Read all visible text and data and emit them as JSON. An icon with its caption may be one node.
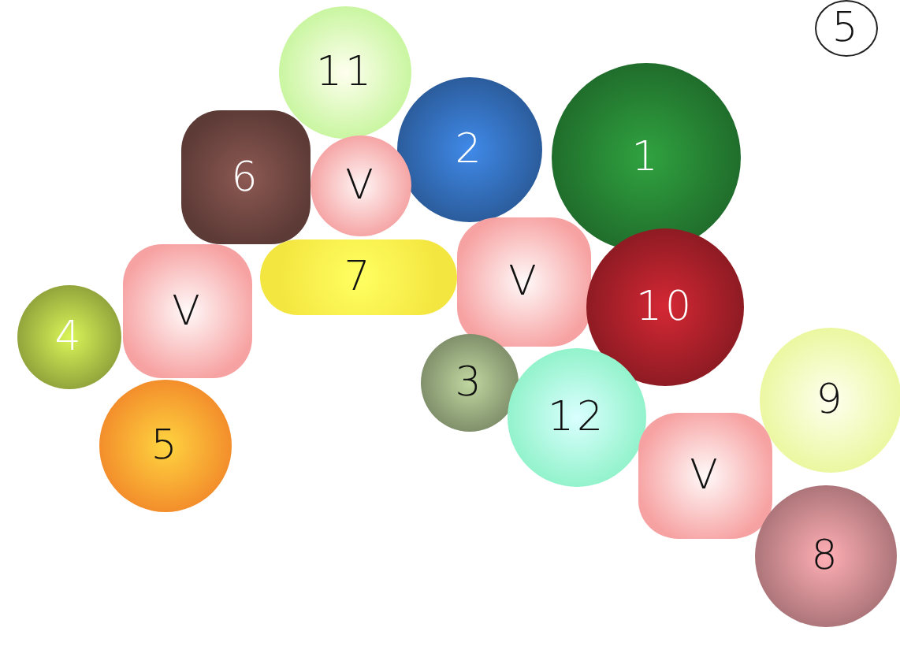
{
  "diagram": {
    "nodes": [
      {
        "text": [
          "5"
        ]
      },
      {
        "text": [
          "11"
        ]
      },
      {
        "text": [
          "2"
        ]
      },
      {
        "text": [
          "1"
        ]
      },
      {
        "text": [
          "6"
        ]
      },
      {
        "text": [
          "V"
        ]
      },
      {
        "text": [
          "V"
        ]
      },
      {
        "text": [
          "7"
        ]
      },
      {
        "text": [
          "10"
        ]
      },
      {
        "text": [
          "V"
        ]
      },
      {
        "text": [
          "4"
        ]
      },
      {
        "text": [
          "3"
        ]
      },
      {
        "text": [
          "9"
        ]
      },
      {
        "text": [
          "12"
        ]
      },
      {
        "text": [
          "5"
        ]
      },
      {
        "text": [
          "V"
        ]
      },
      {
        "text": [
          "8"
        ]
      }
    ]
  }
}
